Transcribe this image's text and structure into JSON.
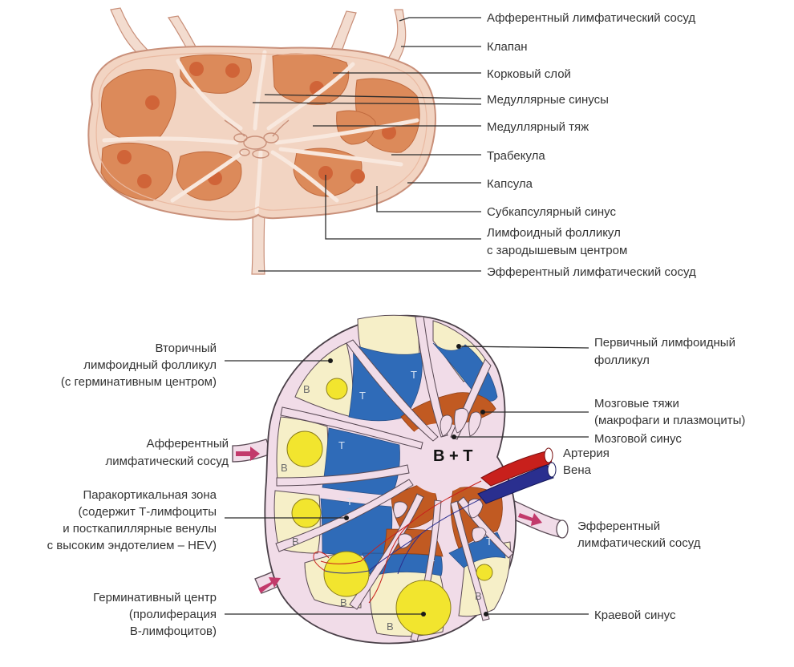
{
  "top_diagram": {
    "labels": [
      "Афферентный лимфатический сосуд",
      "Клапан",
      "Корковый слой",
      "Медуллярные синусы",
      "Медуллярный тяж",
      "Трабекула",
      "Капсула",
      "Субкапсулярный синус",
      "Лимфоидный фолликул",
      "с зародышевым центром",
      "Эфферентный лимфатический сосуд"
    ]
  },
  "bottom_diagram": {
    "center_label": "B + T",
    "zone_b": "B",
    "zone_t": "T",
    "left_labels": {
      "secondary_follicle": [
        "Вторичный",
        "лимфоидный фолликул",
        "(с герминативным центром)"
      ],
      "afferent": [
        "Афферентный",
        "лимфатический сосуд"
      ],
      "paracortex": [
        "Паракортикальная зона",
        "(содержит Т-лимфоциты",
        "и посткапиллярные венулы",
        "с высоким эндотелием – HEV)"
      ],
      "germinal_center": [
        "Герминативный центр",
        "(пролиферация",
        "В-лимфоцитов)"
      ]
    },
    "right_labels": {
      "primary_follicle": [
        "Первичный лимфоидный",
        "фолликул"
      ],
      "medullary_cords": [
        "Мозговые тяжи",
        "(макрофаги и плазмоциты)"
      ],
      "medullary_sinus": "Мозговой синус",
      "artery": "Артерия",
      "vein": "Вена",
      "efferent": [
        "Эфферентный",
        "лимфатический сосуд"
      ],
      "marginal_sinus": "Краевой синус"
    },
    "colors": {
      "capsule": "#f1dce8",
      "b_zone": "#f6efc8",
      "t_zone": "#2f6bb8",
      "medulla": "#c15a22",
      "germinal": "#f2e52e",
      "artery": "#c8201c",
      "vein": "#2a2f8f",
      "arrow": "#c23a6b"
    }
  }
}
